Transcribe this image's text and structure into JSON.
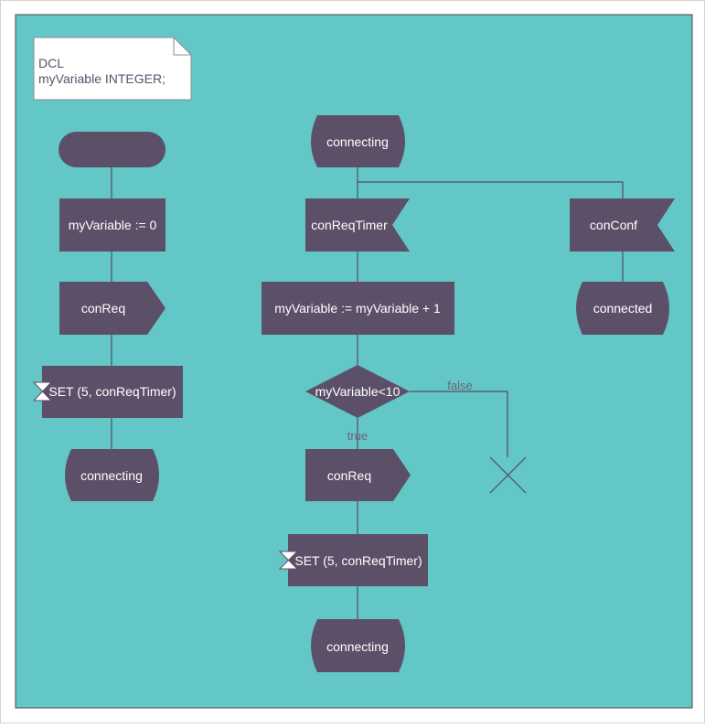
{
  "colors": {
    "canvas_bg": "#63c6c7",
    "shape_fill": "#5c5069",
    "text": "#ffffff",
    "note_fill": "#ffffff"
  },
  "note": {
    "line1": "DCL",
    "line2": "myVariable INTEGER;"
  },
  "left_flow": {
    "assign": "myVariable := 0",
    "output": "conReq",
    "set_timer": "SET (5, conReqTimer)",
    "next_state": "connecting"
  },
  "middle_flow": {
    "state": "connecting",
    "input": "conReqTimer",
    "task": "myVariable := myVariable + 1",
    "decision": "myVariable<10",
    "true_label": "true",
    "false_label": "false",
    "output": "conReq",
    "set_timer": "SET (5, conReqTimer)",
    "next_state": "connecting"
  },
  "right_flow": {
    "input": "conConf",
    "next_state": "connected"
  }
}
